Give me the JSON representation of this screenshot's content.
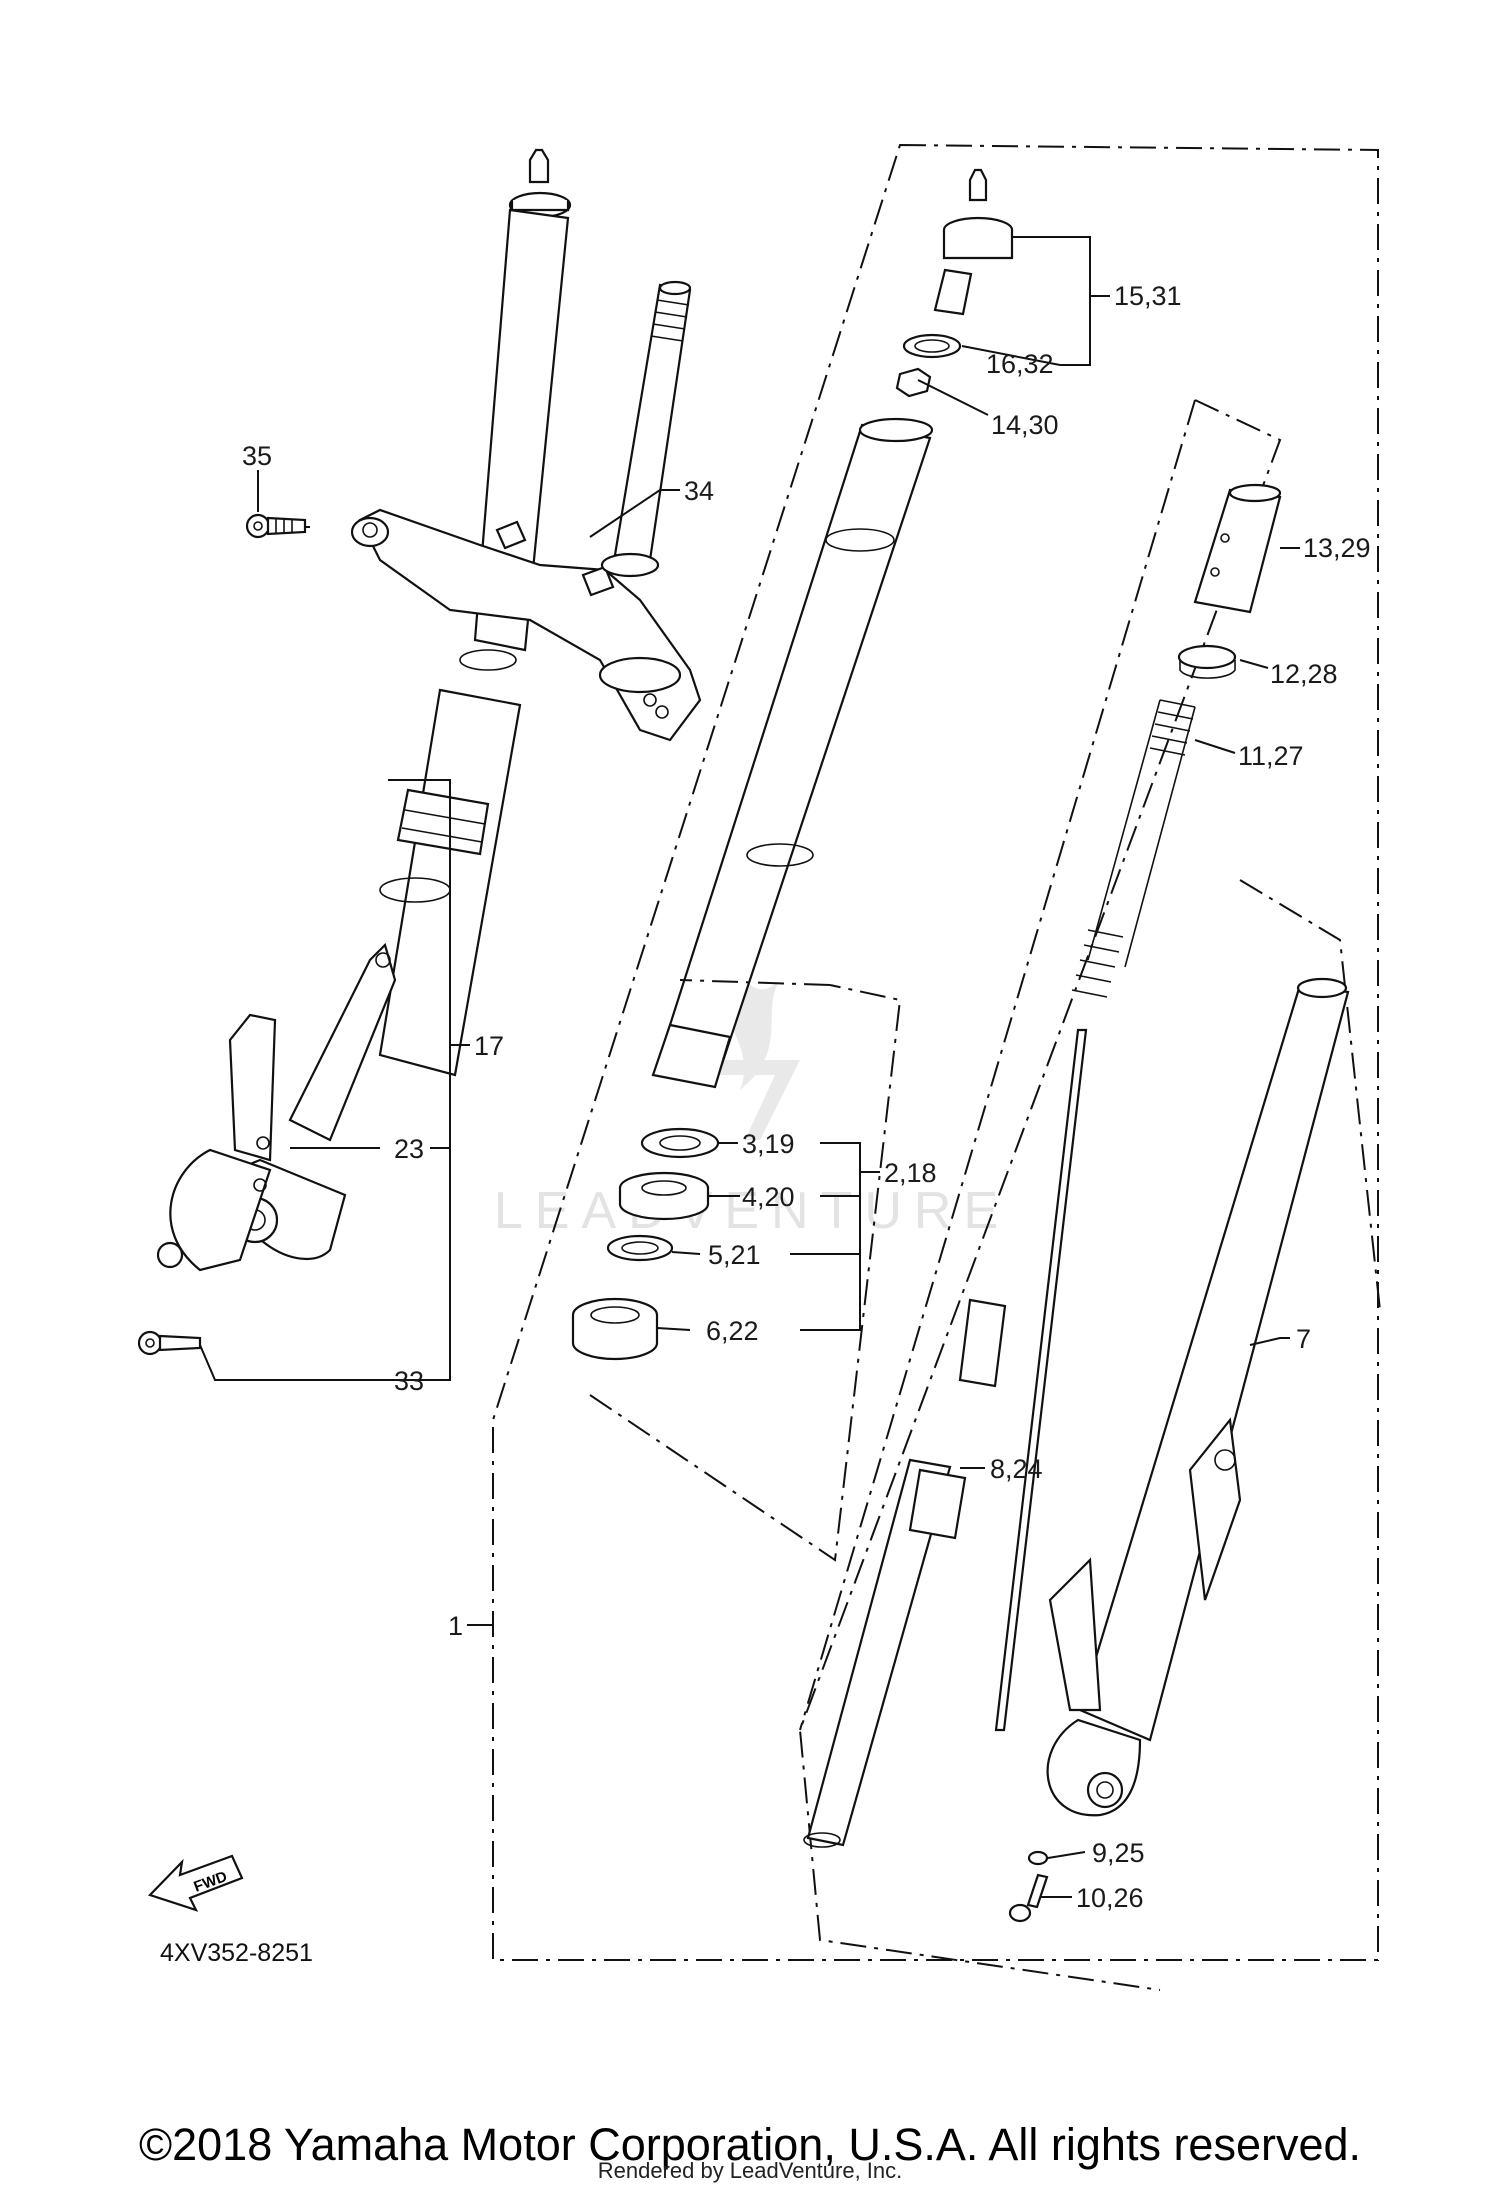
{
  "diagram": {
    "code": "4XV352-8251",
    "fwd_label": "FWD",
    "watermark_text": "LEADVENTURE",
    "copyright": "©2018 Yamaha Motor Corporation, U.S.A. All rights reserved.",
    "rendered_by": "Rendered by LeadVenture, Inc.",
    "callouts": [
      {
        "id": "c-15-31",
        "text": "15,31"
      },
      {
        "id": "c-16-32",
        "text": "16,32"
      },
      {
        "id": "c-14-30",
        "text": "14,30"
      },
      {
        "id": "c-35",
        "text": "35"
      },
      {
        "id": "c-34",
        "text": "34"
      },
      {
        "id": "c-13-29",
        "text": "13,29"
      },
      {
        "id": "c-12-28",
        "text": "12,28"
      },
      {
        "id": "c-11-27",
        "text": "11,27"
      },
      {
        "id": "c-17",
        "text": "17"
      },
      {
        "id": "c-23",
        "text": "23"
      },
      {
        "id": "c-3-19",
        "text": "3,19"
      },
      {
        "id": "c-2-18",
        "text": "2,18"
      },
      {
        "id": "c-4-20",
        "text": "4,20"
      },
      {
        "id": "c-5-21",
        "text": "5,21"
      },
      {
        "id": "c-6-22",
        "text": "6,22"
      },
      {
        "id": "c-7",
        "text": "7"
      },
      {
        "id": "c-33",
        "text": "33"
      },
      {
        "id": "c-8-24",
        "text": "8,24"
      },
      {
        "id": "c-1",
        "text": "1"
      },
      {
        "id": "c-9-25",
        "text": "9,25"
      },
      {
        "id": "c-10-26",
        "text": "10,26"
      }
    ]
  }
}
